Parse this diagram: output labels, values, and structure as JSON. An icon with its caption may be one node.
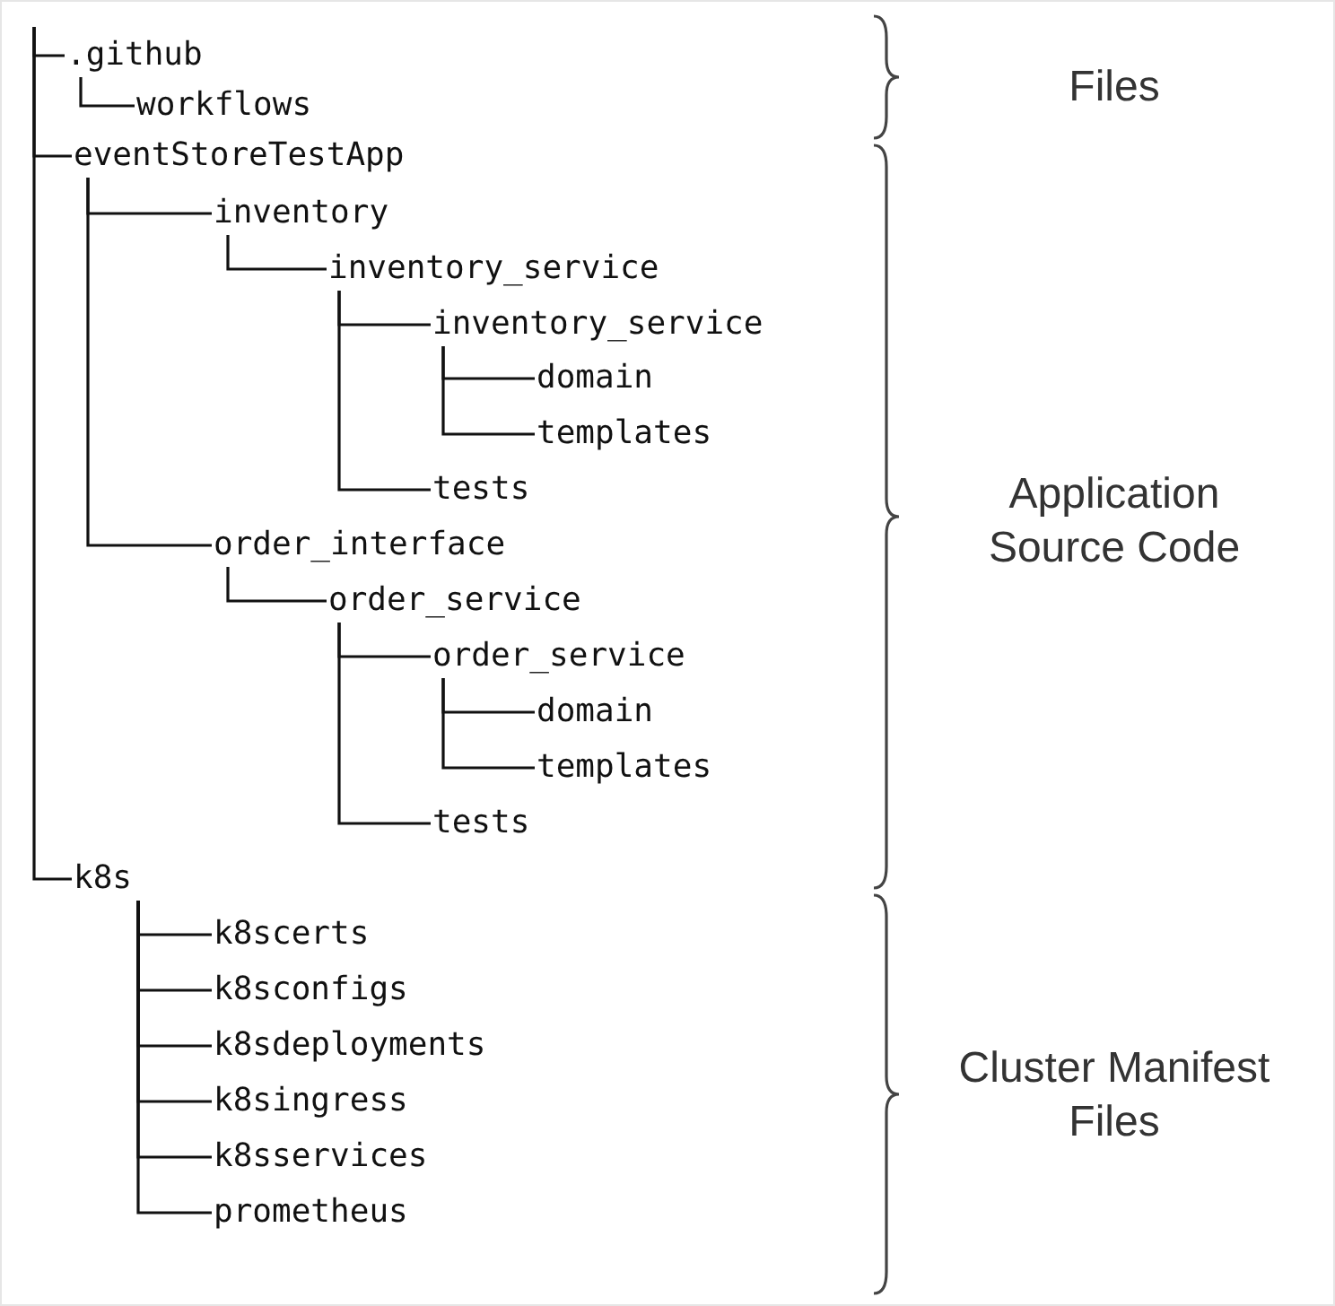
{
  "diagram": {
    "nodes": [
      {
        "text": [
          ".github"
        ]
      },
      {
        "text": [
          "workflows"
        ]
      },
      {
        "text": [
          "eventStoreTestApp"
        ]
      },
      {
        "text": [
          "inventory"
        ]
      },
      {
        "text": [
          "inventory_service"
        ]
      },
      {
        "text": [
          "inventory_service"
        ]
      },
      {
        "text": [
          "domain"
        ]
      },
      {
        "text": [
          "templates"
        ]
      },
      {
        "text": [
          "tests"
        ]
      },
      {
        "text": [
          "order_interface"
        ]
      },
      {
        "text": [
          "order_service"
        ]
      },
      {
        "text": [
          "order_service"
        ]
      },
      {
        "text": [
          "domain"
        ]
      },
      {
        "text": [
          "templates"
        ]
      },
      {
        "text": [
          "tests"
        ]
      },
      {
        "text": [
          "k8s"
        ]
      },
      {
        "text": [
          "k8scerts"
        ]
      },
      {
        "text": [
          "k8sconfigs"
        ]
      },
      {
        "text": [
          "k8sdeployments"
        ]
      },
      {
        "text": [
          "k8singress"
        ]
      },
      {
        "text": [
          "k8sservices"
        ]
      },
      {
        "text": [
          "prometheus"
        ]
      }
    ],
    "edges": [
      {
        "from": null,
        "to": 0,
        "arrow": "none"
      },
      {
        "from": 0,
        "to": 1,
        "arrow": "none"
      },
      {
        "from": null,
        "to": 2,
        "arrow": "none"
      },
      {
        "from": 2,
        "to": 3,
        "arrow": "none"
      },
      {
        "from": 3,
        "to": 4,
        "arrow": "none"
      },
      {
        "from": 4,
        "to": 5,
        "arrow": "none"
      },
      {
        "from": 5,
        "to": 6,
        "arrow": "none"
      },
      {
        "from": 5,
        "to": 7,
        "arrow": "none"
      },
      {
        "from": 4,
        "to": 8,
        "arrow": "none"
      },
      {
        "from": 2,
        "to": 9,
        "arrow": "none"
      },
      {
        "from": 9,
        "to": 10,
        "arrow": "none"
      },
      {
        "from": 10,
        "to": 11,
        "arrow": "none"
      },
      {
        "from": 11,
        "to": 12,
        "arrow": "none"
      },
      {
        "from": 11,
        "to": 13,
        "arrow": "none"
      },
      {
        "from": 10,
        "to": 14,
        "arrow": "none"
      },
      {
        "from": null,
        "to": 15,
        "arrow": "none"
      },
      {
        "from": 15,
        "to": 16,
        "arrow": "none"
      },
      {
        "from": 15,
        "to": 17,
        "arrow": "none"
      },
      {
        "from": 15,
        "to": 18,
        "arrow": "none"
      },
      {
        "from": 15,
        "to": 19,
        "arrow": "none"
      },
      {
        "from": 15,
        "to": 20,
        "arrow": "none"
      },
      {
        "from": 15,
        "to": 21,
        "arrow": "none"
      }
    ],
    "labels": [
      "Files",
      "Application Source Code",
      "Cluster Manifest Files"
    ]
  }
}
